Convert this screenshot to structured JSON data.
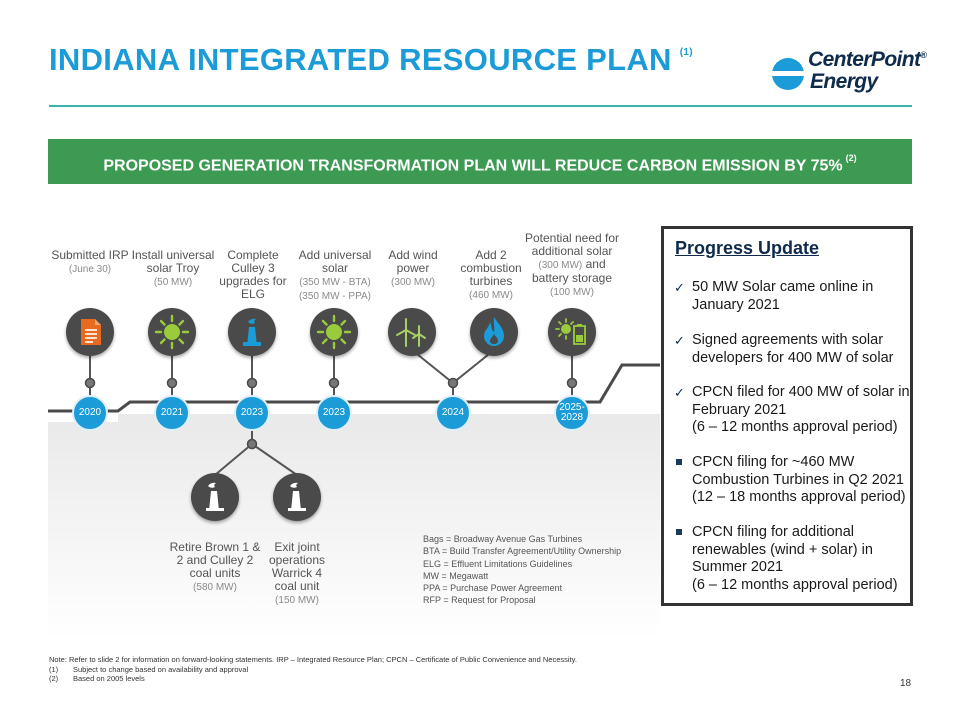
{
  "header": {
    "title": "INDIANA INTEGRATED RESOURCE PLAN",
    "title_footnote": "(1)",
    "logo_line1": "CenterPoint",
    "logo_reg": "®",
    "logo_line2": "Energy"
  },
  "banner": {
    "text": "PROPOSED GENERATION TRANSFORMATION PLAN WILL REDUCE CARBON EMISSION BY 75%",
    "footnote": "(2)"
  },
  "timeline": {
    "steps": [
      {
        "label": "Submitted IRP",
        "sub": "(June 30)",
        "year": "2020",
        "icon": "document-icon"
      },
      {
        "label": "Install universal solar Troy",
        "sub": "(50 MW)",
        "year": "2021",
        "icon": "sun-icon"
      },
      {
        "label": "Complete Culley 3 upgrades for ELG",
        "sub": "",
        "year": "2023",
        "icon": "power-plant-icon"
      },
      {
        "label": "Add universal solar",
        "sub": "(350 MW - BTA)",
        "sub2": "(350 MW - PPA)",
        "year": "2023",
        "icon": "sun-icon"
      },
      {
        "label": "Add wind power",
        "sub": "(300 MW)",
        "year": "2024",
        "icon": "wind-turbine-icon"
      },
      {
        "label": "Add 2 combustion turbines",
        "sub": "(460 MW)",
        "year": "2024",
        "icon": "flame-icon"
      },
      {
        "label": "Potential need for additional solar",
        "sub": "(300 MW)",
        "label2": "and battery storage",
        "sub3": "(100 MW)",
        "year": "2025-2028",
        "icon": "solar-battery-icon"
      }
    ],
    "retire": [
      {
        "label": "Retire Brown 1 & 2 and Culley 2 coal units",
        "sub": "(580 MW)",
        "icon": "coal-plant-icon"
      },
      {
        "label": "Exit joint operations Warrick 4 coal unit",
        "sub": "(150 MW)",
        "icon": "coal-plant-icon"
      }
    ]
  },
  "legend": [
    "Bags = Broadway Avenue Gas Turbines",
    "BTA = Build Transfer Agreement/Utility Ownership",
    "ELG = Effluent Limitations Guidelines",
    "MW = Megawatt",
    "PPA = Purchase Power Agreement",
    "RFP = Request for Proposal"
  ],
  "progress": {
    "title": "Progress Update",
    "items": [
      {
        "mark": "check",
        "text": "50 MW Solar came online in January 2021"
      },
      {
        "mark": "check",
        "text": "Signed agreements with solar developers for 400 MW of solar"
      },
      {
        "mark": "check",
        "text": "CPCN filed for 400 MW of solar in February 2021",
        "text2": "(6 – 12 months approval period)"
      },
      {
        "mark": "square",
        "text": "CPCN filing for ~460 MW Combustion Turbines in Q2 2021",
        "text2": "(12 – 18 months approval period)"
      },
      {
        "mark": "square",
        "text": "CPCN filing for additional renewables (wind + solar) in Summer 2021",
        "text2": "(6 – 12 months approval period)"
      }
    ]
  },
  "notes": {
    "main": "Note:  Refer to slide 2 for information on forward-looking statements. IRP – Integrated Resource Plan; CPCN – Certificate of Public Convenience and Necessity.",
    "items": [
      {
        "num": "(1)",
        "text": "Subject to change based on availability and approval"
      },
      {
        "num": "(2)",
        "text": "Based on 2005 levels"
      }
    ]
  },
  "page_number": "18"
}
